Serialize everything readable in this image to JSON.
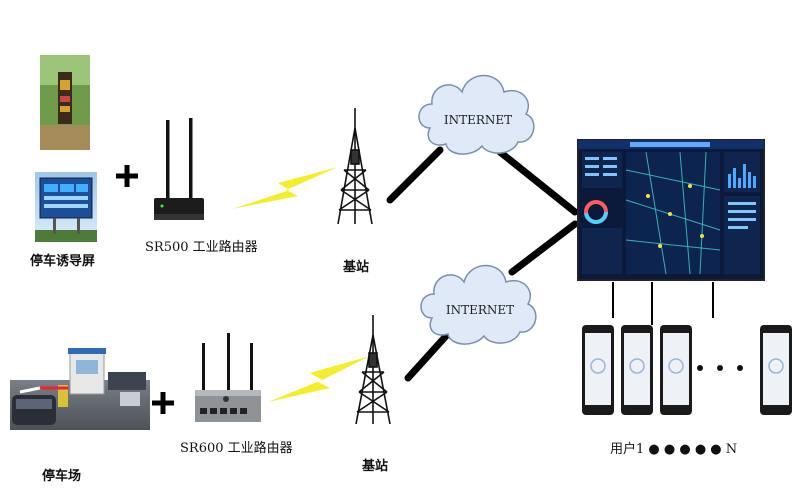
{
  "labels": {
    "guide_screen": "停车诱导屏",
    "router_sr500": "SR500 工业路由器",
    "base_station_top": "基站",
    "internet_top": "INTERNET",
    "internet_bottom": "INTERNET",
    "parking_lot": "停车场",
    "router_sr600": "SR600 工业路由器",
    "base_station_bottom": "基站",
    "users": "用户1 ● ● ● ● ● N"
  },
  "colors": {
    "cloud_fill": "#dfe9f7",
    "cloud_stroke": "#7a8fb0",
    "lightning": "#f4ee2a",
    "link": "#000000",
    "screen_bg": "#0b1a3a",
    "phone_body": "#1a1a1a",
    "phone_screen": "#eef1f6"
  },
  "icons": [
    "guide-signboard-photo",
    "guide-screen-photo",
    "sr500-router",
    "sr600-router",
    "cell-tower-icon",
    "cloud-icon",
    "lightning-icon",
    "dashboard-screen",
    "smartphone-icon",
    "parking-gate-photo"
  ]
}
